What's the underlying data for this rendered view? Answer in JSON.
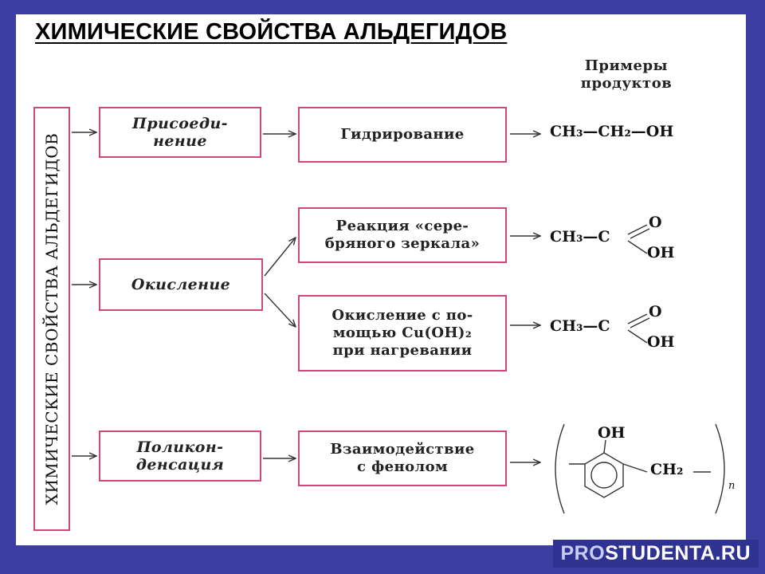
{
  "title": "ХИМИЧЕСКИЕ СВОЙСТВА АЛЬДЕГИДОВ",
  "vertical_label": "ХИМИЧЕСКИЕ СВОЙСТВА АЛЬДЕГИДОВ",
  "products_header": [
    "Примеры",
    "продуктов"
  ],
  "categories": [
    {
      "label": [
        "Присоеди-",
        "нение"
      ]
    },
    {
      "label": [
        "Окисление"
      ]
    },
    {
      "label": [
        "Поликон-",
        "денсация"
      ]
    }
  ],
  "reactions": [
    {
      "label": [
        "Гидрирование"
      ]
    },
    {
      "label": [
        "Реакция «сере-",
        "бряного зеркала»"
      ]
    },
    {
      "label": [
        "Окисление с по-",
        "мощью Cu(OH)₂",
        "при нагревании"
      ]
    },
    {
      "label": [
        "Взаимодействие",
        "с фенолом"
      ]
    }
  ],
  "products": {
    "p1": "CH₃—CH₂—OH",
    "p2": {
      "main": "CH₃—C",
      "o": "O",
      "oh": "OH"
    },
    "p3": {
      "main": "CH₃—C",
      "o": "O",
      "oh": "OH"
    },
    "p4": {
      "oh": "OH",
      "ch2": "CH₂",
      "n": "n"
    }
  },
  "watermark": {
    "accent": "PRO",
    "rest": "STUDENTA.RU"
  }
}
